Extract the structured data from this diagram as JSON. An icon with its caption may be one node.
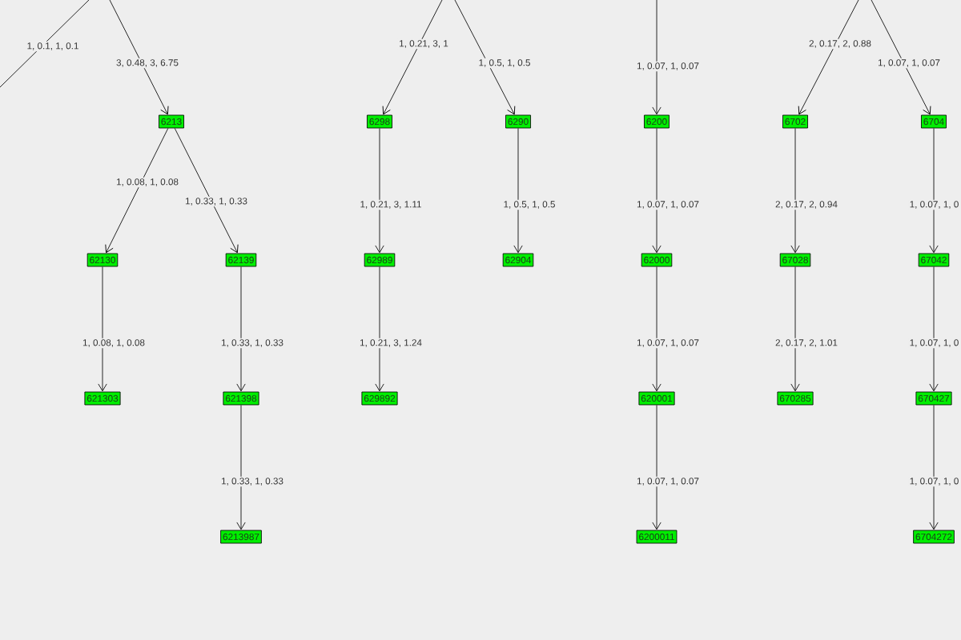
{
  "diagram": {
    "nodes": [
      {
        "text": [
          "6213"
        ]
      },
      {
        "text": [
          "6298"
        ]
      },
      {
        "text": [
          "6290"
        ]
      },
      {
        "text": [
          "6200"
        ]
      },
      {
        "text": [
          "6702"
        ]
      },
      {
        "text": [
          "6704"
        ]
      },
      {
        "text": [
          "62130"
        ]
      },
      {
        "text": [
          "62139"
        ]
      },
      {
        "text": [
          "62989"
        ]
      },
      {
        "text": [
          "62904"
        ]
      },
      {
        "text": [
          "62000"
        ]
      },
      {
        "text": [
          "67028"
        ]
      },
      {
        "text": [
          "67042"
        ]
      },
      {
        "text": [
          "621303"
        ]
      },
      {
        "text": [
          "621398"
        ]
      },
      {
        "text": [
          "629892"
        ]
      },
      {
        "text": [
          "620001"
        ]
      },
      {
        "text": [
          "670285"
        ]
      },
      {
        "text": [
          "670427"
        ]
      },
      {
        "text": [
          "6213987"
        ]
      },
      {
        "text": [
          "6200011"
        ]
      },
      {
        "text": [
          "6704272"
        ]
      }
    ],
    "edges": [
      {
        "from": null,
        "to": 0,
        "arrow": "to",
        "label": "3, 0.48, 3, 6.75"
      },
      {
        "from": null,
        "to": 1,
        "arrow": "to",
        "label": "1, 0.21, 3, 1"
      },
      {
        "from": null,
        "to": 2,
        "arrow": "to",
        "label": "1, 0.5, 1, 0.5"
      },
      {
        "from": null,
        "to": 3,
        "arrow": "to",
        "label": "1, 0.07, 1, 0.07"
      },
      {
        "from": null,
        "to": 4,
        "arrow": "to",
        "label": "2, 0.17, 2, 0.88"
      },
      {
        "from": null,
        "to": 5,
        "arrow": "to",
        "label": "1, 0.07, 1, 0.07"
      },
      {
        "from": 0,
        "to": 6,
        "arrow": "to",
        "label": "1, 0.08, 1, 0.08"
      },
      {
        "from": 0,
        "to": 7,
        "arrow": "to",
        "label": "1, 0.33, 1, 0.33"
      },
      {
        "from": 1,
        "to": 8,
        "arrow": "to",
        "label": "1, 0.21, 3, 1.11"
      },
      {
        "from": 2,
        "to": 9,
        "arrow": "to",
        "label": "1, 0.5, 1, 0.5"
      },
      {
        "from": 3,
        "to": 10,
        "arrow": "to",
        "label": "1, 0.07, 1, 0.07"
      },
      {
        "from": 4,
        "to": 11,
        "arrow": "to",
        "label": "2, 0.17, 2, 0.94"
      },
      {
        "from": 5,
        "to": 12,
        "arrow": "to",
        "label": "1, 0.07, 1, 0"
      },
      {
        "from": 6,
        "to": 13,
        "arrow": "to",
        "label": "1, 0.08, 1, 0.08"
      },
      {
        "from": 7,
        "to": 14,
        "arrow": "to",
        "label": "1, 0.33, 1, 0.33"
      },
      {
        "from": 8,
        "to": 15,
        "arrow": "to",
        "label": "1, 0.21, 3, 1.24"
      },
      {
        "from": 10,
        "to": 16,
        "arrow": "to",
        "label": "1, 0.07, 1, 0.07"
      },
      {
        "from": 11,
        "to": 17,
        "arrow": "to",
        "label": "2, 0.17, 2, 1.01"
      },
      {
        "from": 12,
        "to": 18,
        "arrow": "to",
        "label": "1, 0.07, 1, 0"
      },
      {
        "from": 14,
        "to": 19,
        "arrow": "to",
        "label": "1, 0.33, 1, 0.33"
      },
      {
        "from": 16,
        "to": 20,
        "arrow": "to",
        "label": "1, 0.07, 1, 0.07"
      },
      {
        "from": 18,
        "to": 21,
        "arrow": "to",
        "label": "1, 0.07, 1, 0"
      }
    ],
    "labels": [
      "1, 0.1, 1, 0.1"
    ]
  }
}
